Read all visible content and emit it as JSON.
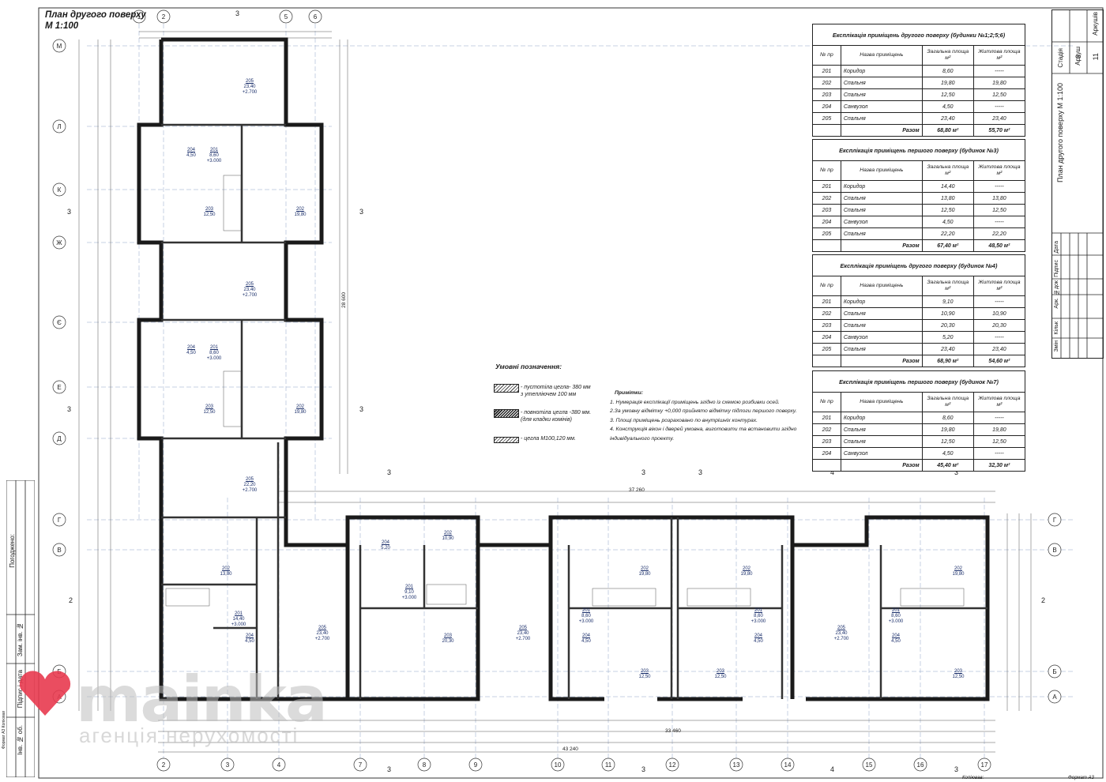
{
  "drawing": {
    "title_line1": "План другого поверху",
    "title_line2": "М 1:100",
    "top_axes": [
      "1",
      "2",
      "5",
      "6"
    ],
    "bottom_axes": [
      "2",
      "3",
      "4",
      "7",
      "8",
      "9",
      "10",
      "11",
      "12",
      "13",
      "14",
      "15",
      "16",
      "17"
    ],
    "left_axes": [
      "М",
      "Л",
      "К",
      "Ж",
      "Є",
      "Е",
      "Д",
      "Г",
      "В",
      "Б",
      "А"
    ],
    "overall_dims": {
      "top_width": "37 260",
      "bottom_width": "43 240",
      "bottom_width2": "33 460",
      "height": "28 600"
    },
    "rooms": [
      {
        "num": "205",
        "area": "23,40",
        "level": "+2.700"
      },
      {
        "num": "204",
        "area": "4,50",
        "level": ""
      },
      {
        "num": "201",
        "area": "8,60",
        "level": "+3.000"
      },
      {
        "num": "203",
        "area": "12,50",
        "level": ""
      },
      {
        "num": "202",
        "area": "19,80",
        "level": ""
      },
      {
        "num": "205",
        "area": "23,40",
        "level": "+2.700"
      },
      {
        "num": "204",
        "area": "4,50",
        "level": ""
      },
      {
        "num": "201",
        "area": "8,60",
        "level": "+3.000"
      },
      {
        "num": "203",
        "area": "12,50",
        "level": ""
      },
      {
        "num": "202",
        "area": "19,80",
        "level": ""
      },
      {
        "num": "205",
        "area": "22,20",
        "level": "+2.700"
      },
      {
        "num": "202",
        "area": "13,80",
        "level": ""
      },
      {
        "num": "201",
        "area": "14,40",
        "level": "+3.000"
      },
      {
        "num": "204",
        "area": "4,50",
        "level": ""
      },
      {
        "num": "205",
        "area": "23,40",
        "level": "+2.700"
      },
      {
        "num": "204",
        "area": "5,20",
        "level": ""
      },
      {
        "num": "202",
        "area": "10,90",
        "level": ""
      },
      {
        "num": "201",
        "area": "9,10",
        "level": "+3.000"
      },
      {
        "num": "203",
        "area": "20,30",
        "level": ""
      },
      {
        "num": "205",
        "area": "23,40",
        "level": "+2.700"
      },
      {
        "num": "202",
        "area": "19,80",
        "level": ""
      },
      {
        "num": "201",
        "area": "8,60",
        "level": "+3.000"
      },
      {
        "num": "204",
        "area": "4,50",
        "level": ""
      },
      {
        "num": "203",
        "area": "12,50",
        "level": ""
      },
      {
        "num": "203",
        "area": "12,50",
        "level": ""
      },
      {
        "num": "202",
        "area": "19,80",
        "level": ""
      },
      {
        "num": "201",
        "area": "8,60",
        "level": "+3.000"
      },
      {
        "num": "204",
        "area": "4,50",
        "level": ""
      },
      {
        "num": "205",
        "area": "23,40",
        "level": "+2.700"
      },
      {
        "num": "201",
        "area": "8,60",
        "level": "+3.000"
      },
      {
        "num": "204",
        "area": "4,50",
        "level": ""
      },
      {
        "num": "202",
        "area": "19,80",
        "level": ""
      },
      {
        "num": "203",
        "area": "12,50",
        "level": ""
      }
    ]
  },
  "tables": [
    {
      "caption": "Експлікація приміщень другого поверху (будинки №1;2;5;6)",
      "headers": [
        "№ пр",
        "Назва приміщень",
        "Загальна площа м²",
        "Житлова площа м²"
      ],
      "rows": [
        [
          "201",
          "Коридор",
          "8,60",
          "-----"
        ],
        [
          "202",
          "Спальня",
          "19,80",
          "19,80"
        ],
        [
          "203",
          "Спальня",
          "12,50",
          "12,50"
        ],
        [
          "204",
          "Санвузол",
          "4,50",
          "-----"
        ],
        [
          "205",
          "Спальня",
          "23,40",
          "23,40"
        ]
      ],
      "total": [
        "Разом",
        "68,80 м²",
        "55,70 м²"
      ]
    },
    {
      "caption": "Експлікація приміщень першого поверху (будинок №3)",
      "headers": [
        "№ пр",
        "Назва приміщень",
        "Загальна площа м²",
        "Житлова площа м²"
      ],
      "rows": [
        [
          "201",
          "Коридор",
          "14,40",
          "-----"
        ],
        [
          "202",
          "Спальня",
          "13,80",
          "13,80"
        ],
        [
          "203",
          "Спальня",
          "12,50",
          "12,50"
        ],
        [
          "204",
          "Санвузол",
          "4,50",
          "-----"
        ],
        [
          "205",
          "Спальня",
          "22,20",
          "22,20"
        ]
      ],
      "total": [
        "Разом",
        "67,40 м²",
        "48,50 м²"
      ]
    },
    {
      "caption": "Експлікація приміщень другого поверху (будинок №4)",
      "headers": [
        "№ пр",
        "Назва приміщень",
        "Загальна площа м²",
        "Житлова площа м²"
      ],
      "rows": [
        [
          "201",
          "Коридор",
          "9,10",
          "-----"
        ],
        [
          "202",
          "Спальня",
          "10,90",
          "10,90"
        ],
        [
          "203",
          "Спальня",
          "20,30",
          "20,30"
        ],
        [
          "204",
          "Санвузол",
          "5,20",
          "-----"
        ],
        [
          "205",
          "Спальня",
          "23,40",
          "23,40"
        ]
      ],
      "total": [
        "Разом",
        "68,90 м²",
        "54,60 м²"
      ]
    },
    {
      "caption": "Експлікація приміщень першого поверху (будинок №7)",
      "headers": [
        "№ пр",
        "Назва приміщень",
        "Загальна площа м²",
        "Житлова площа м²"
      ],
      "rows": [
        [
          "201",
          "Коридор",
          "8,60",
          "-----"
        ],
        [
          "202",
          "Спальня",
          "19,80",
          "19,80"
        ],
        [
          "203",
          "Спальня",
          "12,50",
          "12,50"
        ],
        [
          "204",
          "Санвузол",
          "4,50",
          "-----"
        ]
      ],
      "total": [
        "Разом",
        "45,40 м²",
        "32,30 м²"
      ]
    }
  ],
  "legend": {
    "title": "Умовні позначення:",
    "items": [
      {
        "l1": "- пустотіла цегла- 380 мм",
        "l2": "з утепліючем 100 мм"
      },
      {
        "l1": "- повнотіла цегла -380 мм.",
        "l2": "(для кладки комінів)"
      },
      {
        "l1": "- цегла М100,120 мм.",
        "l2": ""
      }
    ]
  },
  "notes": {
    "title": "Примітки:",
    "lines": [
      "1. Нумерація експлікації приміщень згідно із схемою розбивки осей.",
      "2.За умовну відмітку +0,000 прийнято відмітку підлоги першого поверху.",
      "3. Площі приміщень розраховано по внутрішніх контурах.",
      "4. Конструкція вікон і дверей умовна, виготовити та встановити згідно",
      "індивідуального проекту."
    ]
  },
  "stamp": {
    "sheet_title": "План другого поверху  М 1:100",
    "stage_label": "Стадія",
    "sheet_label": "Аркуш",
    "sheets_label": "Аркушів",
    "sheet_no": "3",
    "sheets_no": "11",
    "rev_cols": [
      "Змін",
      "Кільк",
      "Арк.",
      "№док",
      "Підпис",
      "Дата"
    ]
  },
  "leftstrip": {
    "agreed": "Погоджено:",
    "inv_no": "Інв. № об.",
    "sig_date": "Підпис і дата",
    "zam_inv": "Зам. інв. №"
  },
  "footer": {
    "format": "Формат А3",
    "copied": "Копіював:",
    "format_left": "Формат А3  Копіював"
  },
  "watermark": {
    "brand": "mainka",
    "sub": "агенція нерухомості"
  }
}
